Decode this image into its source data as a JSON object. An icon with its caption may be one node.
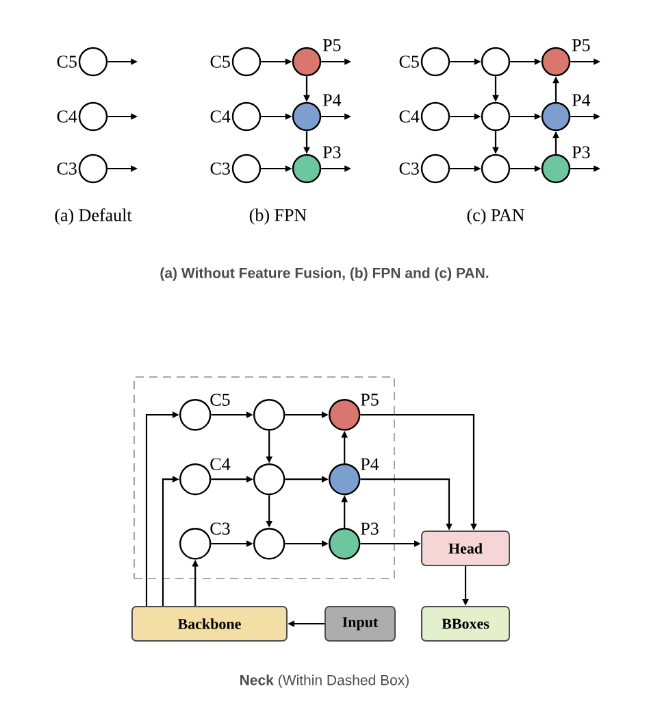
{
  "diagram": {
    "caption": "**Neck** (Within Dashed Box)",
    "nodes": [
      {
        "text": [],
        "shape": "circle",
        "beside": [
          "C5"
        ]
      },
      {
        "text": [],
        "shape": "circle",
        "beside": [
          "C4"
        ]
      },
      {
        "text": [],
        "shape": "circle",
        "beside": [
          "C3"
        ]
      },
      {
        "text": [],
        "shape": "circle",
        "beside": [
          "C5"
        ]
      },
      {
        "text": [],
        "shape": "circle",
        "beside": [
          "C4"
        ]
      },
      {
        "text": [],
        "shape": "circle",
        "beside": [
          "C3"
        ]
      },
      {
        "text": [],
        "shape": "circle",
        "beside": [
          "P5"
        ]
      },
      {
        "text": [],
        "shape": "circle",
        "beside": [
          "P4"
        ]
      },
      {
        "text": [],
        "shape": "circle",
        "beside": [
          "P3"
        ]
      },
      {
        "text": [],
        "shape": "circle",
        "beside": [
          "C5"
        ]
      },
      {
        "text": [],
        "shape": "circle",
        "beside": [
          "C4"
        ]
      },
      {
        "text": [],
        "shape": "circle",
        "beside": [
          "C3"
        ]
      },
      {
        "text": [],
        "shape": "circle"
      },
      {
        "text": [],
        "shape": "circle"
      },
      {
        "text": [],
        "shape": "circle"
      },
      {
        "text": [],
        "shape": "circle",
        "beside": [
          "P5"
        ]
      },
      {
        "text": [],
        "shape": "circle",
        "beside": [
          "P4"
        ]
      },
      {
        "text": [],
        "shape": "circle",
        "beside": [
          "P3"
        ]
      },
      {
        "text": [],
        "shape": "box"
      },
      {
        "text": [],
        "shape": "circle",
        "beside": [
          "C5"
        ],
        "in": 18
      },
      {
        "text": [],
        "shape": "circle",
        "beside": [
          "C4"
        ],
        "in": 18
      },
      {
        "text": [],
        "shape": "circle",
        "beside": [
          "C3"
        ],
        "in": 18
      },
      {
        "text": [],
        "shape": "circle",
        "in": 18
      },
      {
        "text": [],
        "shape": "circle",
        "in": 18
      },
      {
        "text": [],
        "shape": "circle",
        "in": 18
      },
      {
        "text": [],
        "shape": "circle",
        "beside": [
          "P5"
        ],
        "in": 18
      },
      {
        "text": [],
        "shape": "circle",
        "beside": [
          "P4"
        ],
        "in": 18
      },
      {
        "text": [],
        "shape": "circle",
        "beside": [
          "P3"
        ],
        "in": 18
      },
      {
        "text": [
          "Head"
        ]
      },
      {
        "text": [
          "BBoxes"
        ]
      },
      {
        "text": [
          "Backbone"
        ]
      },
      {
        "text": [
          "Input"
        ]
      }
    ],
    "edges": [
      {
        "from": 0,
        "to": null,
        "arrow": "to"
      },
      {
        "from": 1,
        "to": null,
        "arrow": "to"
      },
      {
        "from": 2,
        "to": null,
        "arrow": "to"
      },
      {
        "from": 3,
        "to": 6,
        "arrow": "to"
      },
      {
        "from": 4,
        "to": 7,
        "arrow": "to"
      },
      {
        "from": 5,
        "to": 8,
        "arrow": "to"
      },
      {
        "from": 6,
        "to": 7,
        "arrow": "to"
      },
      {
        "from": 7,
        "to": 8,
        "arrow": "to"
      },
      {
        "from": 6,
        "to": null,
        "arrow": "to"
      },
      {
        "from": 7,
        "to": null,
        "arrow": "to"
      },
      {
        "from": 8,
        "to": null,
        "arrow": "to"
      },
      {
        "from": 9,
        "to": 12,
        "arrow": "to"
      },
      {
        "from": 10,
        "to": 13,
        "arrow": "to"
      },
      {
        "from": 11,
        "to": 14,
        "arrow": "to"
      },
      {
        "from": 12,
        "to": 13,
        "arrow": "to"
      },
      {
        "from": 13,
        "to": 14,
        "arrow": "to"
      },
      {
        "from": 12,
        "to": 15,
        "arrow": "to"
      },
      {
        "from": 13,
        "to": 16,
        "arrow": "to"
      },
      {
        "from": 14,
        "to": 17,
        "arrow": "to"
      },
      {
        "from": 17,
        "to": 16,
        "arrow": "to"
      },
      {
        "from": 16,
        "to": 15,
        "arrow": "to"
      },
      {
        "from": 15,
        "to": null,
        "arrow": "to"
      },
      {
        "from": 16,
        "to": null,
        "arrow": "to"
      },
      {
        "from": 17,
        "to": null,
        "arrow": "to"
      },
      {
        "from": 30,
        "to": 19,
        "arrow": "to"
      },
      {
        "from": 30,
        "to": 20,
        "arrow": "to"
      },
      {
        "from": 30,
        "to": 21,
        "arrow": "to"
      },
      {
        "from": 31,
        "to": 30,
        "arrow": "to"
      },
      {
        "from": 19,
        "to": 22,
        "arrow": "to"
      },
      {
        "from": 20,
        "to": 23,
        "arrow": "to"
      },
      {
        "from": 21,
        "to": 24,
        "arrow": "to"
      },
      {
        "from": 22,
        "to": 23,
        "arrow": "to"
      },
      {
        "from": 23,
        "to": 24,
        "arrow": "to"
      },
      {
        "from": 22,
        "to": 25,
        "arrow": "to"
      },
      {
        "from": 23,
        "to": 26,
        "arrow": "to"
      },
      {
        "from": 24,
        "to": 27,
        "arrow": "to"
      },
      {
        "from": 27,
        "to": 26,
        "arrow": "to"
      },
      {
        "from": 26,
        "to": 25,
        "arrow": "to"
      },
      {
        "from": 25,
        "to": 28,
        "arrow": "to"
      },
      {
        "from": 26,
        "to": 28,
        "arrow": "to"
      },
      {
        "from": 27,
        "to": 28,
        "arrow": "to"
      },
      {
        "from": 28,
        "to": 29,
        "arrow": "to"
      }
    ],
    "labels": [
      "(a) Default",
      "(b) FPN",
      "(c) PAN",
      "(a) Without Feature Fusion, (b) FPN and (c) PAN."
    ]
  }
}
